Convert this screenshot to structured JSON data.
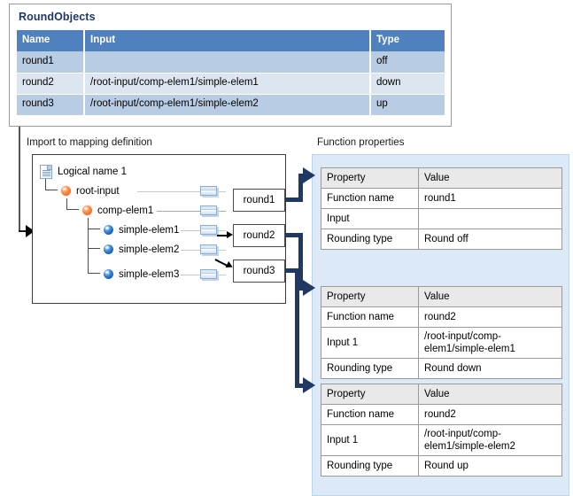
{
  "round_objects": {
    "title": "RoundObjects",
    "columns": [
      "Name",
      "Input",
      "Type"
    ],
    "rows": [
      {
        "name": "round1",
        "input": "",
        "type": "off"
      },
      {
        "name": "round2",
        "input": "/root-input/comp-elem1/simple-elem1",
        "type": "down"
      },
      {
        "name": "round3",
        "input": "/root-input/comp-elem1/simple-elem2",
        "type": "up"
      }
    ]
  },
  "import_panel": {
    "label": "Import to mapping definition",
    "tree": [
      {
        "icon": "document-icon",
        "label": "Logical name 1"
      },
      {
        "icon": "orange-sphere-icon",
        "label": "root-input"
      },
      {
        "icon": "orange-sphere-icon",
        "label": "comp-elem1"
      },
      {
        "icon": "blue-sphere-icon",
        "label": "simple-elem1"
      },
      {
        "icon": "blue-sphere-icon",
        "label": "simple-elem2"
      },
      {
        "icon": "blue-sphere-icon",
        "label": "simple-elem3"
      }
    ]
  },
  "function_boxes": [
    {
      "label": "round1"
    },
    {
      "label": "round2"
    },
    {
      "label": "round3"
    }
  ],
  "function_properties": {
    "label": "Function properties",
    "tables": [
      {
        "columns": [
          "Property",
          "Value"
        ],
        "rows": [
          {
            "property": "Function name",
            "value": "round1"
          },
          {
            "property": "Input",
            "value": ""
          },
          {
            "property": "Rounding type",
            "value": "Round off"
          }
        ]
      },
      {
        "columns": [
          "Property",
          "Value"
        ],
        "rows": [
          {
            "property": "Function name",
            "value": "round2"
          },
          {
            "property": "Input 1",
            "value": "/root-input/comp-elem1/simple-elem1"
          },
          {
            "property": "Rounding type",
            "value": "Round down"
          }
        ]
      },
      {
        "columns": [
          "Property",
          "Value"
        ],
        "rows": [
          {
            "property": "Function name",
            "value": "round2"
          },
          {
            "property": "Input 1",
            "value": "/root-input/comp-elem1/simple-elem2"
          },
          {
            "property": "Rounding type",
            "value": "Round up"
          }
        ]
      }
    ]
  },
  "colors": {
    "table_header_blue": "#4E81BD",
    "row_band_dark": "#B8CCE4",
    "row_band_light": "#DCE6F1",
    "title_blue": "#1F3864",
    "connector_navy": "#1F3864",
    "props_panel_blue": "#DCE9F7",
    "props_header_gray": "#E9E9E9"
  }
}
